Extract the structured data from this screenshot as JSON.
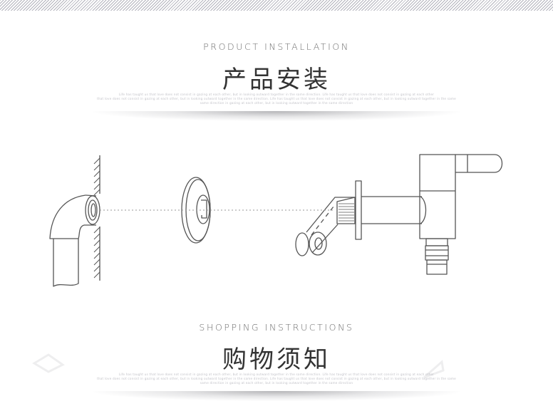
{
  "sections": [
    {
      "en_title": "PRODUCT INSTALLATION",
      "cn_title": "产品安装",
      "filler_lines": [
        "Life has taught us that love does not consist in gazing at each other, but in looking outward together in the same direction. Life has taught us that love does not consist in gazing at each other",
        "that love does not consist in gazing at each other, but in looking outward together in the same direction. Life has taught us that love does not consist in gazing at each other, but in looking outward together in the same",
        "same direction in gazing at each other, but in looking outward together in the same direction"
      ]
    },
    {
      "en_title": "SHOPPING INSTRUCTIONS",
      "cn_title": "购物须知",
      "filler_lines": [
        "Life has taught us that love does not consist in gazing at each other, but in looking outward together in the same direction. Life has taught us that love does not consist in gazing at each other",
        "that love does not consist in gazing at each other, but in looking outward together in the same direction. Life has taught us that love does not consist in gazing at each other, but in looking outward together in the same",
        "same direction in gazing at each other, but in looking outward together in the same direction"
      ]
    }
  ],
  "diagram": {
    "parts": [
      "wall-elbow-fitting",
      "decorative-flange",
      "faucet-with-threaded-inlet"
    ],
    "line_color": "#555555",
    "guide_color": "#9a9a9a"
  }
}
